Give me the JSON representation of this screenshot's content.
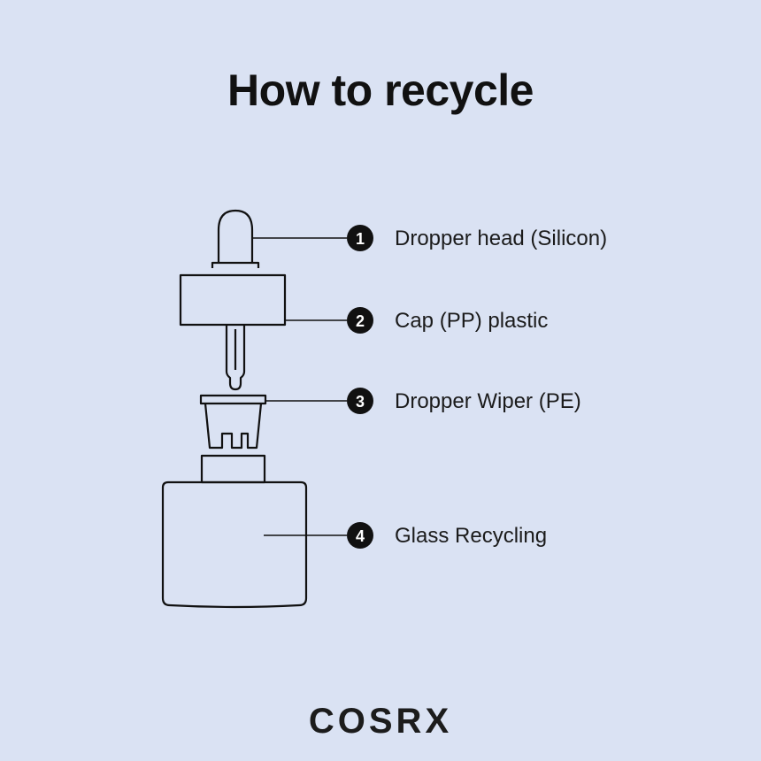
{
  "title": "How to recycle",
  "parts": [
    {
      "number": "1",
      "label": "Dropper head (Silicon)"
    },
    {
      "number": "2",
      "label": "Cap (PP) plastic"
    },
    {
      "number": "3",
      "label": "Dropper Wiper (PE)"
    },
    {
      "number": "4",
      "label": "Glass Recycling"
    }
  ],
  "brand": "COSRX",
  "colors": {
    "background": "#dae2f3",
    "ink": "#111111"
  }
}
